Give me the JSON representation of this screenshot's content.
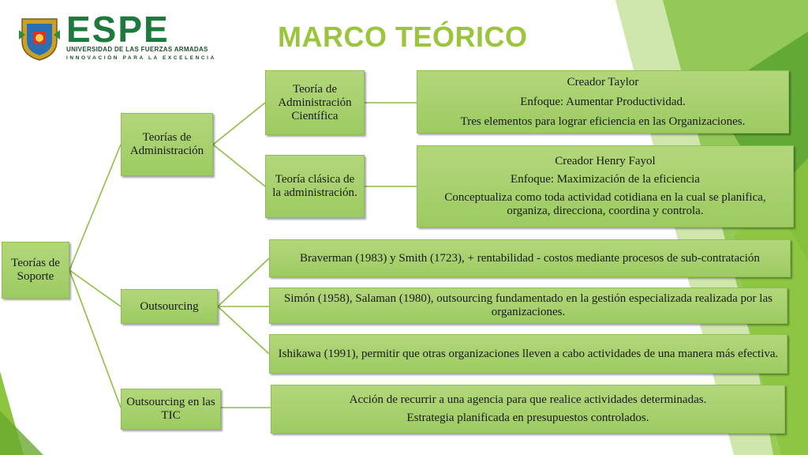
{
  "header": {
    "logo_name": "ESPE",
    "logo_sub1": "UNIVERSIDAD DE LAS FUERZAS ARMADAS",
    "logo_sub2": "INNOVACIÓN PARA LA EXCELENCIA",
    "title": "MARCO TEÓRICO"
  },
  "colors": {
    "title": "#9bc53d",
    "box": "#a6d06e",
    "connector": "#8cbf45",
    "logo": "#1d7a3c"
  },
  "diagram": {
    "root": "Teorías de Soporte",
    "branches": [
      {
        "label": "Teorías de Administración"
      },
      {
        "label": "Outsourcing"
      },
      {
        "label": "Outsourcing en las TIC"
      }
    ],
    "theories": [
      {
        "label": "Teoría de Administración Científica"
      },
      {
        "label": "Teoría clásica de la administración."
      }
    ],
    "details": {
      "cientifica": [
        "Creador Taylor",
        "Enfoque: Aumentar Productividad.",
        "Tres elementos para lograr eficiencia en las Organizaciones."
      ],
      "clasica": [
        "Creador Henry Fayol",
        "Enfoque: Maximización de la eficiencia",
        "Conceptualiza como toda actividad cotidiana en la cual se planifica, organiza, direcciona, coordina y controla."
      ],
      "outsourcing": [
        "Braverman (1983) y Smith (1723), + rentabilidad - costos mediante procesos de sub-contratación",
        "Simón (1958), Salaman (1980), outsourcing fundamentado en la gestión especializada realizada por las organizaciones.",
        "Ishikawa (1991), permitir que otras organizaciones lleven a cabo actividades de una manera más efectiva."
      ],
      "tic": [
        "Acción de recurrir a una agencia para que realice actividades determinadas.",
        "Estrategia planificada en presupuestos controlados."
      ]
    }
  }
}
